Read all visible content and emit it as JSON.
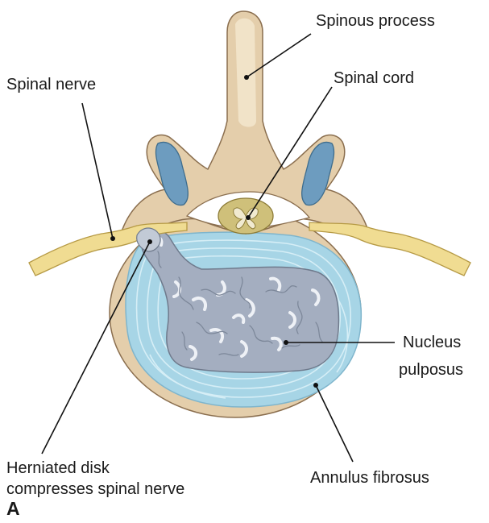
{
  "labels": {
    "spinous_process": "Spinous process",
    "spinal_nerve": "Spinal nerve",
    "spinal_cord": "Spinal cord",
    "nucleus_pulposus_line1": "Nucleus",
    "nucleus_pulposus_line2": "pulposus",
    "herniated_line1": "Herniated disk",
    "herniated_line2": "compresses spinal nerve",
    "annulus_fibrosus": "Annulus fibrosus"
  },
  "panel_letter": "A",
  "colors": {
    "bone": "#e4ceab",
    "bone_outline": "#8a6e4e",
    "facet_cartilage": "#6d9cbf",
    "annulus": "#a7d5e6",
    "annulus_lines": "#d6eef6",
    "nucleus": "#a4aec0",
    "nerve": "#f0dc92",
    "nerve_outline": "#b69a45",
    "cord": "#cfc07a",
    "leader_line": "#111111"
  }
}
